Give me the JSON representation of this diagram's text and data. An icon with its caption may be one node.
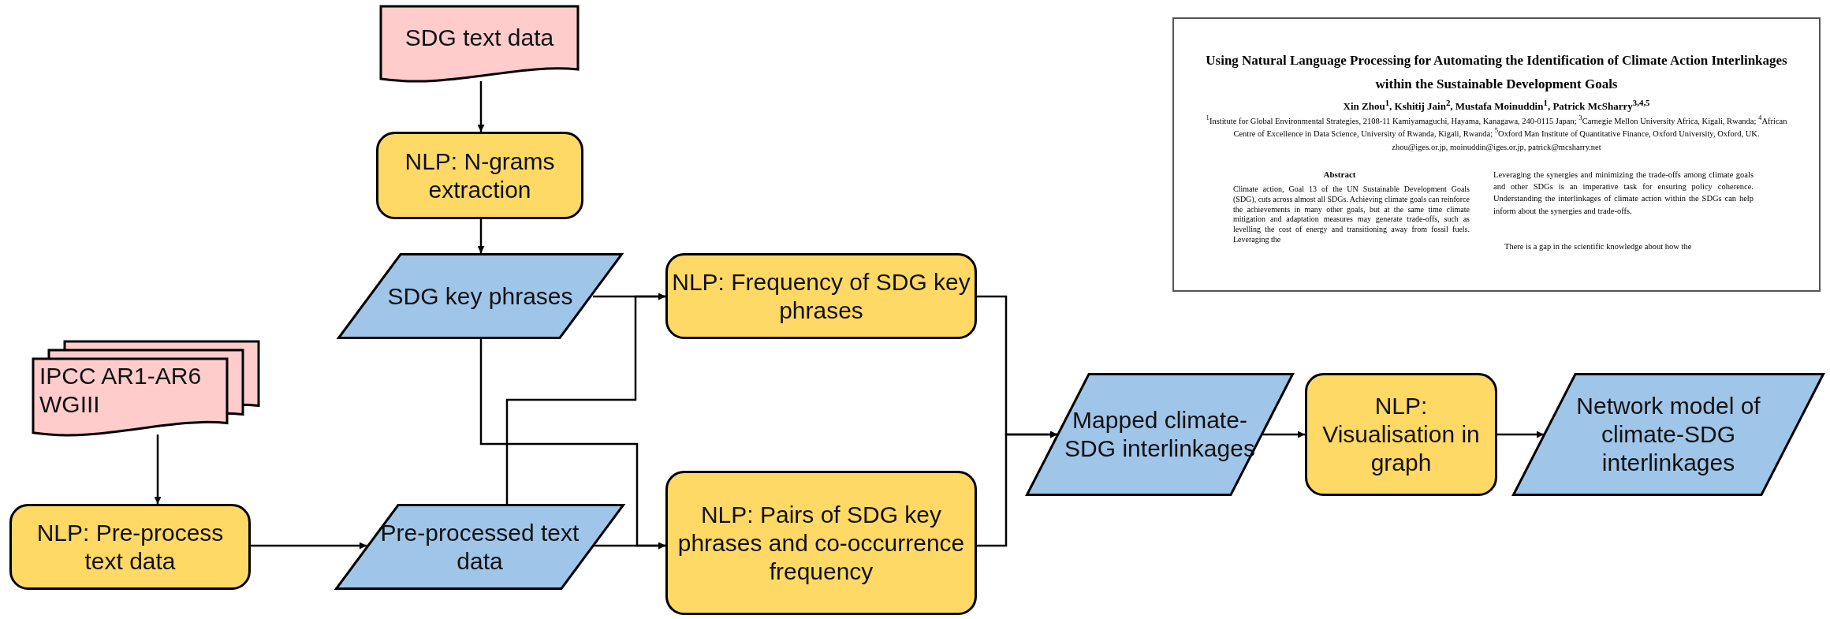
{
  "diagram": {
    "nodes": [
      {
        "text": [
          "SDG text data"
        ]
      },
      {
        "text": [
          "NLP: N-grams extraction"
        ]
      },
      {
        "text": [
          "SDG key phrases"
        ]
      },
      {
        "text": [
          "NLP: Frequency of SDG key phrases"
        ]
      },
      {
        "text": [
          "IPCC AR1-AR6 WGIII"
        ]
      },
      {
        "text": [
          "NLP: Pre-process text data"
        ]
      },
      {
        "text": [
          "Pre-processed text data"
        ]
      },
      {
        "text": [
          "NLP: Pairs of SDG key phrases and co-occurrence frequency"
        ]
      },
      {
        "text": [
          "Mapped climate-SDG interlinkages"
        ]
      },
      {
        "text": [
          "NLP: Visualisation in graph"
        ]
      },
      {
        "text": [
          "Network model of climate-SDG interlinkages"
        ]
      }
    ],
    "edges": [
      {
        "from": 0,
        "to": 1,
        "arrow": "to"
      },
      {
        "from": 1,
        "to": 2,
        "arrow": "to"
      },
      {
        "from": 2,
        "to": 3,
        "arrow": "to"
      },
      {
        "from": 2,
        "to": 7,
        "arrow": "to"
      },
      {
        "from": 4,
        "to": 5,
        "arrow": "to"
      },
      {
        "from": 5,
        "to": 6,
        "arrow": "to"
      },
      {
        "from": 6,
        "to": 3,
        "arrow": "to"
      },
      {
        "from": 6,
        "to": 7,
        "arrow": "to"
      },
      {
        "from": 3,
        "to": 8,
        "arrow": "to"
      },
      {
        "from": 7,
        "to": 8,
        "arrow": "to"
      },
      {
        "from": 8,
        "to": 9,
        "arrow": "to"
      },
      {
        "from": 9,
        "to": 10,
        "arrow": "to"
      }
    ],
    "labels": [
      "Using Natural Language Processing for Automating the Identification of Climate Action Interlinkages within the Sustainable Development Goals",
      "Xin Zhou$^{1}$, Kshitij Jain$^{2}$, Mustafa Moinuddin$^{1}$, Patrick McSharry$^{3,4,5}$",
      "$^{1}$Institute for Global Environmental Strategies, 2108-11 Kamiyamaguchi, Hayama, Kanagawa, 240-0115 Japan; $^{3}$Carnegie Mellon University Africa, Kigali, Rwanda; $^{4}$African Centre of Excellence in Data Science, University of Rwanda, Kigali, Rwanda; $^{5}$Oxford Man Institute of Quantitative Finance, Oxford University, Oxford, UK.",
      "zhou@iges.or.jp, moinuddin@iges.or.jp, patrick@mcsharry.net",
      "Abstract",
      "Climate action, Goal 13 of the UN Sustainable Development Goals (SDG), cuts across almost all SDGs. Achieving climate goals can reinforce the achievements in many other goals, but at the same time climate mitigation and adaptation measures may generate trade-offs, such as levelling the cost of energy and transitioning away from fossil fuels. Leveraging the",
      "Leveraging the synergies and minimizing the trade-offs among climate goals and other SDGs is an imperative task for ensuring policy coherence. Understanding the interlinkages of climate action within the SDGs can help inform about the synergies and trade-offs.",
      "There is a gap in the scientific knowledge about how the"
    ]
  }
}
